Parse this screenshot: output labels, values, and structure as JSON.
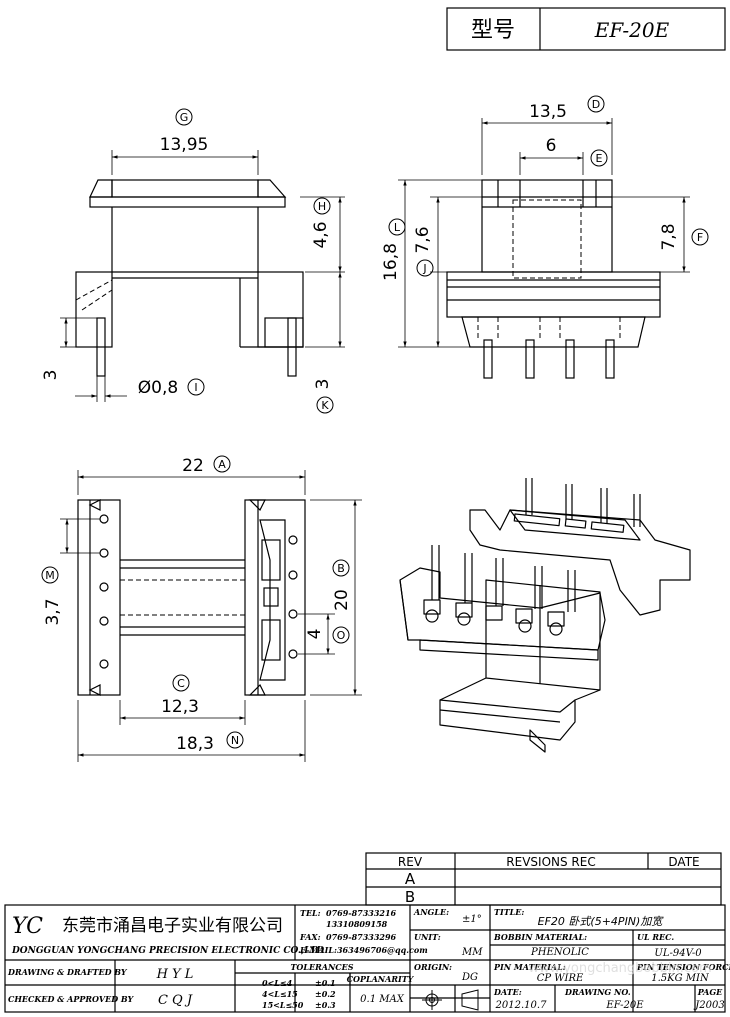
{
  "header": {
    "label": "型号",
    "model": "EF-20E"
  },
  "dims": {
    "g": "13,95",
    "d": "13,5",
    "e": "6",
    "h": "4,6",
    "l": "16,8",
    "j": "7,6",
    "f": "7,8",
    "k_top": "3",
    "k_bot": "3",
    "i": "Ø0,8",
    "a": "22",
    "b": "20",
    "m": "3,7",
    "o": "4",
    "c": "12,3",
    "n": "18,3"
  },
  "letters": {
    "g": "G",
    "d": "D",
    "e": "E",
    "h": "H",
    "l": "L",
    "j": "J",
    "f": "F",
    "i": "I",
    "k": "K",
    "a": "A",
    "b": "B",
    "m": "M",
    "o": "O",
    "c": "C",
    "n": "N"
  },
  "rev_table": {
    "col_rev": "REV",
    "col_rec": "REVSIONS REC",
    "col_date": "DATE",
    "rows": [
      "A",
      "B"
    ]
  },
  "title_block": {
    "logo": "YC",
    "company_cn": "东莞市涌昌电子实业有限公司",
    "company_en": "DONGGUAN YONGCHANG PRECISION ELECTRONIC CO.,LTD",
    "tel_label": "TEL:",
    "tel": "0769-87333216",
    "tel2": "13310809158",
    "fax_label": "FAX:",
    "fax": "0769-87333296",
    "email": "E-MAIL:363496706@qq.com",
    "angle_label": "ANGLE:",
    "angle": "±1°",
    "title_label": "TITLE:",
    "title": "EF20 卧式(5+4PIN)加宽",
    "unit_label": "UNIT:",
    "unit": "MM",
    "bobbin_label": "BOBBIN MATERIAL:",
    "bobbin": "PHENOLIC",
    "ul_label": "UL REC.",
    "ul": "UL-94V-0",
    "origin_label": "ORIGIN:",
    "origin": "DG",
    "pin_label": "PIN MATERIAL:",
    "pin": "CP WIRE",
    "tension_label": "PIN TENSION FORCE",
    "tension": "1.5KG MIN",
    "drawn_label": "DRAWING & DRAFTED BY",
    "drawn": "H Y L",
    "checked_label": "CHECKED & APPROVED BY",
    "checked": "C Q J",
    "tol_label": "TOLERANCES",
    "tol_rows": [
      [
        "0<L≤4",
        "±0.1"
      ],
      [
        "4<L≤15",
        "±0.2"
      ],
      [
        "15<L≤50",
        "±0.3"
      ]
    ],
    "coplan_label": "COPLANARITY",
    "coplan": "0.1 MAX",
    "date_label": "DATE:",
    "date": "2012.10.7",
    "dwgno_label": "DRAWING NO.",
    "dwgno": "EF-20E",
    "page_label": "PAGE",
    "page": "J2003"
  },
  "watermark": "www.yongchangbobbin.com"
}
